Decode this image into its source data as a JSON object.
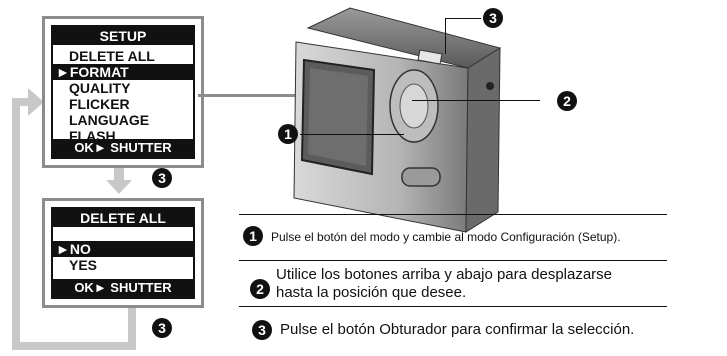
{
  "setup_menu": {
    "title": "SETUP",
    "items": [
      "DELETE ALL",
      "FORMAT",
      "QUALITY",
      "FLICKER",
      "LANGUAGE",
      "FLASH"
    ],
    "selected_index": 1,
    "footer": "OK► SHUTTER"
  },
  "delete_menu": {
    "title": "DELETE ALL",
    "items": [
      "NO",
      "YES"
    ],
    "selected_index": 0,
    "footer": "OK► SHUTTER"
  },
  "selection_marker": "►",
  "badges": {
    "one": "1",
    "two": "2",
    "three": "3"
  },
  "steps": [
    {
      "num": "1",
      "text": "Pulse el botón del modo y cambie al modo Configuración (Setup)."
    },
    {
      "num": "2",
      "text_line1": "Utilice los botones arriba y abajo para desplazarse",
      "text_line2": "hasta la posición que desee."
    },
    {
      "num": "3",
      "text": "Pulse el botón Obturador para confirmar la selección."
    }
  ]
}
